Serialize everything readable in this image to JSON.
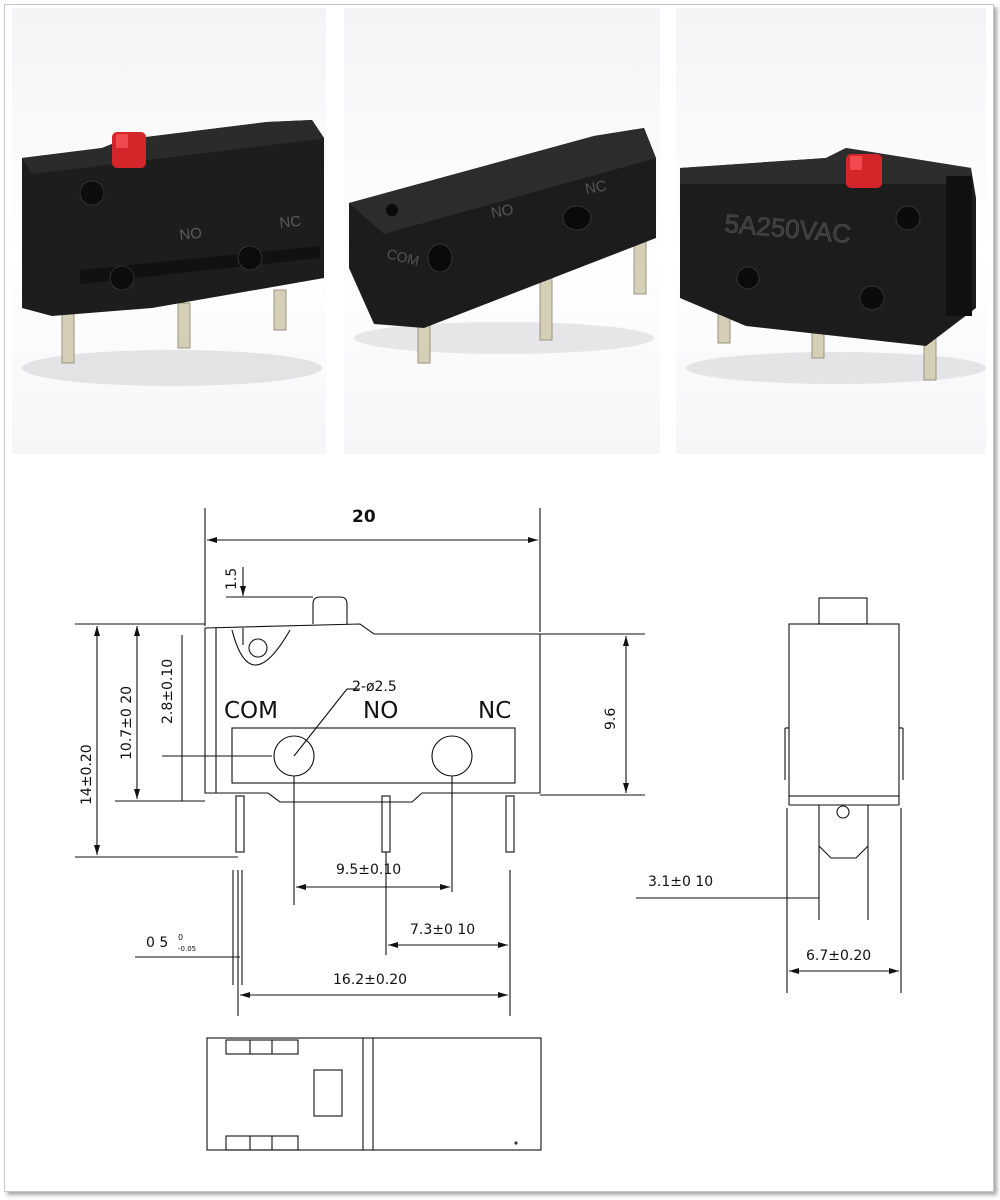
{
  "photos": [
    {
      "name": "front",
      "markings": [
        "NO",
        "NC"
      ]
    },
    {
      "name": "angled",
      "markings": [
        "COM",
        "NO",
        "NC"
      ]
    },
    {
      "name": "rear",
      "markings": [
        "5A250VAC"
      ]
    }
  ],
  "drawing": {
    "overall_width": "20",
    "actuator_height": "1.5",
    "hole_callout": "2-ø2.5",
    "terminals": {
      "com": "COM",
      "no": "NO",
      "nc": "NC"
    },
    "dim_total_height": "14±0.20",
    "dim_hole_height": "10.7±0 20",
    "dim_lever_offset": "2.8±0.10",
    "dim_body_height": "9.6",
    "dim_hole_spacing": "9.5±0.10",
    "dim_terminal_nc": "7.3±0 10",
    "dim_terminal_span": "16.2±0.20",
    "dim_thickness_main": "0 5",
    "dim_thickness_sup": "0",
    "dim_thickness_sub": "-0.05",
    "dim_side_hole": "3.1±0 10",
    "dim_side_width": "6.7±0.20"
  },
  "colors": {
    "body": "#1e1e1e",
    "actuator": "#d9262b",
    "pin": "#cfc7b0"
  }
}
